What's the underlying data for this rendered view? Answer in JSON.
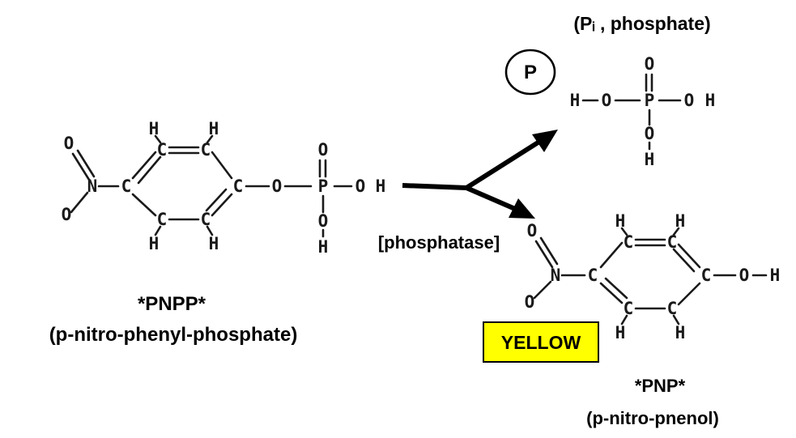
{
  "reactant": {
    "name": "*PNPP*",
    "full_name": "(p-nitro-phenyl-phosphate)"
  },
  "enzyme": "[phosphatase]",
  "product_phosphate": {
    "label": "(Pᵢ , phosphate)",
    "symbol": "P"
  },
  "product_pnp": {
    "name": "*PNP*",
    "full_name": "(p-nitro-pnenol)",
    "color_badge": "YELLOW",
    "badge_color": "#ffff00"
  },
  "atoms": {
    "o": "O",
    "n": "N",
    "c": "C",
    "h": "H",
    "p": "P"
  }
}
